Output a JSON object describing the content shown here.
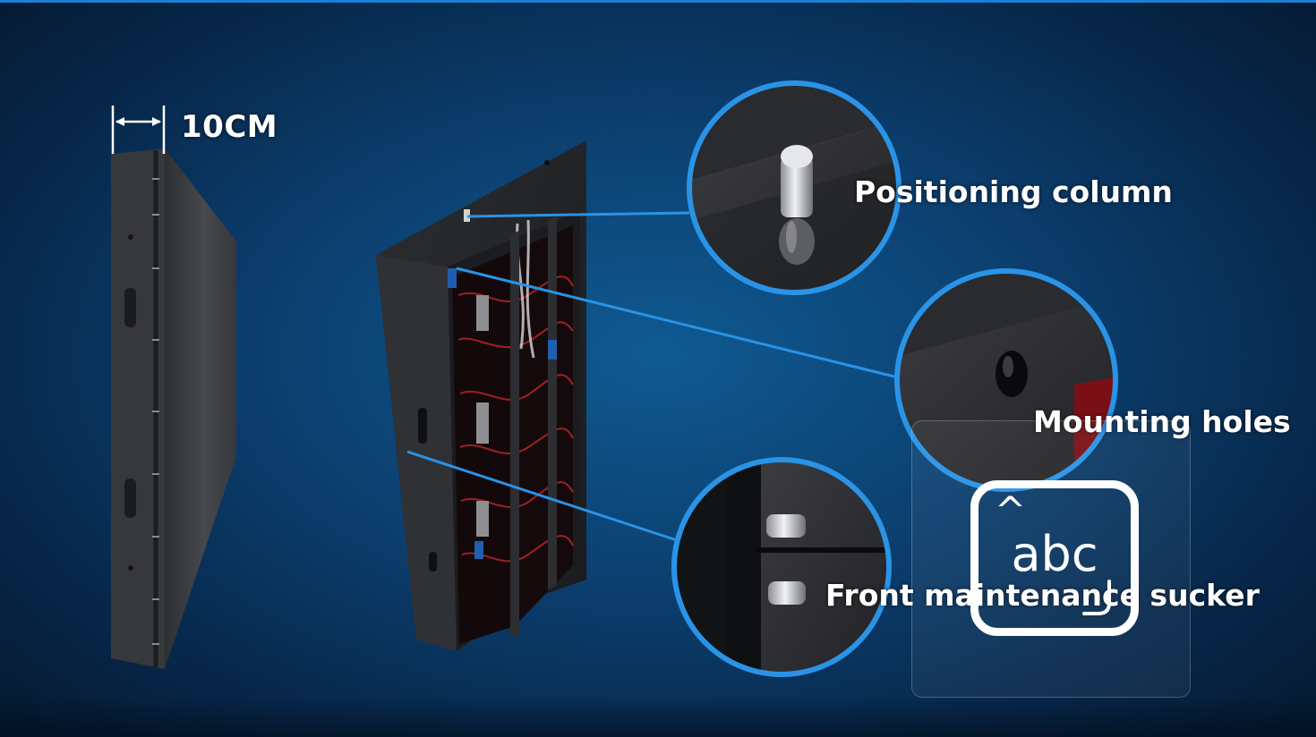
{
  "labels": {
    "dimension": "10CM",
    "positioning": "Positioning column",
    "mounting": "Mounting holes",
    "front": "Front maintenance sucker"
  },
  "ime_overlay": {
    "text": "abc",
    "caret": "^",
    "icons": [
      "caret-up-icon",
      "return-icon"
    ]
  },
  "colors": {
    "accent_line": "#1c7fd4",
    "callout_ring": "#2a93e6",
    "panel_metal": "#3b3d42",
    "background_center": "#0f5a92",
    "background_edge": "#041428"
  }
}
